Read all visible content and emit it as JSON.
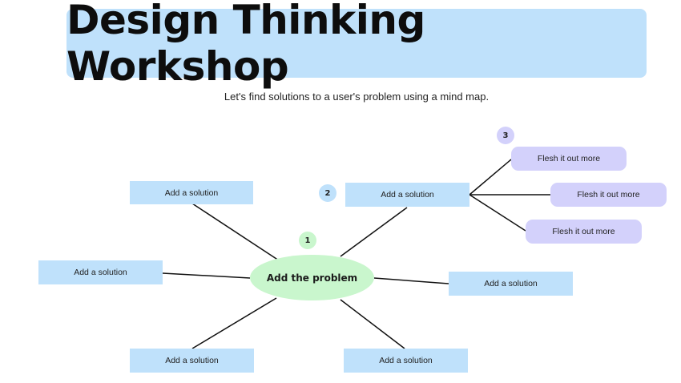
{
  "header": {
    "title": "Design Thinking Workshop",
    "subtitle": "Let's find solutions to a user's problem using a mind map."
  },
  "mindmap": {
    "problem": "Add the problem",
    "solution_label": "Add a solution",
    "flesh_label": "Flesh it out more",
    "steps": [
      "1",
      "2",
      "3"
    ]
  },
  "colors": {
    "banner": "#bfe1fb",
    "solution": "#bfe1fb",
    "problem": "#c9f6cd",
    "flesh": "#d3d1fb",
    "line": "#111111"
  }
}
